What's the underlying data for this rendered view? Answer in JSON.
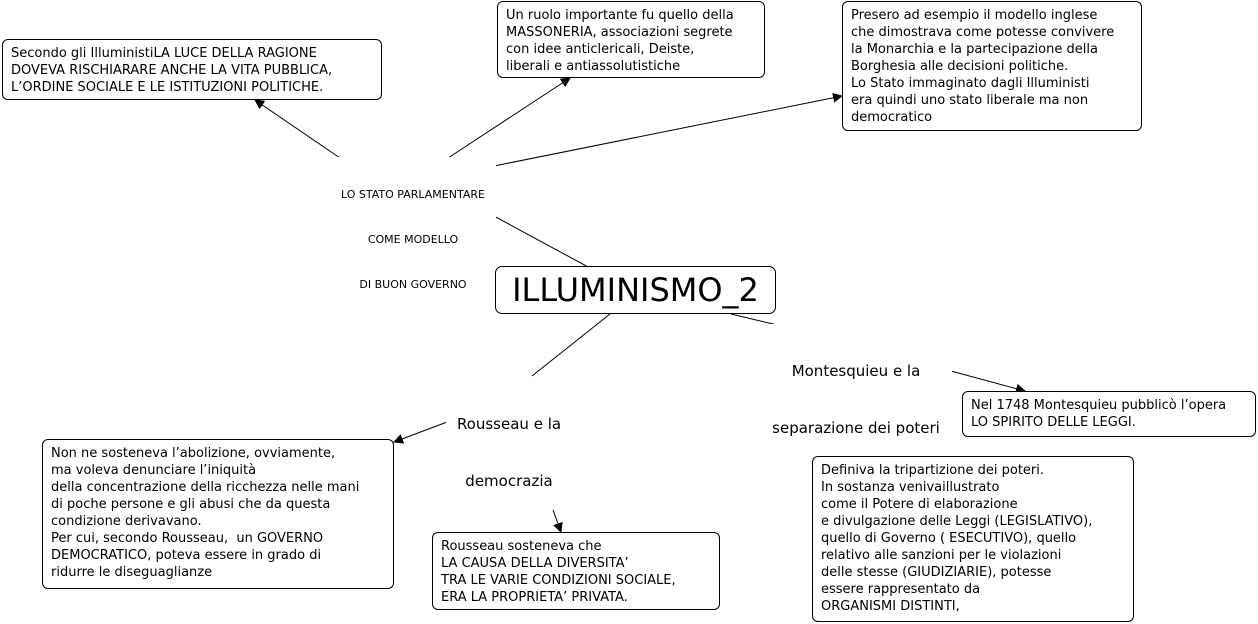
{
  "root": {
    "title": "ILLUMINISMO_2"
  },
  "links": {
    "stato": [
      "LO STATO PARLAMENTARE",
      "COME MODELLO",
      "DI BUON GOVERNO"
    ],
    "montesquieu": [
      "Montesquieu e la",
      "separazione dei poteri"
    ],
    "rousseau": [
      "Rousseau e la",
      "democrazia"
    ]
  },
  "concepts": {
    "illuministi": [
      "Secondo gli IlluministiLA LUCE DELLA RAGIONE",
      "DOVEVA RISCHIARARE ANCHE LA VITA PUBBLICA,",
      "L’ORDINE SOCIALE E LE ISTITUZIONI POLITICHE."
    ],
    "massoneria": [
      "Un ruolo importante fu quello della",
      "MASSONERIA, associazioni segrete",
      "con idee anticlericali, Deiste,",
      "liberali e antiassolutistiche"
    ],
    "modello_inglese": [
      "Presero ad esempio il modello inglese",
      "che dimostrava come potesse convivere",
      "la Monarchia e la partecipazione della",
      "Borghesia alle decisioni politiche.",
      "Lo Stato immaginato dagli Illuministi",
      "era quindi uno stato liberale ma non",
      "democratico"
    ],
    "spirito_leggi": [
      "Nel 1748 Montesquieu pubblicò l’opera",
      "LO SPIRITO DELLE LEGGI."
    ],
    "tripartizione": [
      "Definiva la tripartizione dei poteri.",
      "In sostanza venivaillustrato",
      "come il Potere di elaborazione",
      "e divulgazione delle Leggi (LEGISLATIVO),",
      "quello di Governo ( ESECUTIVO), quello",
      "relativo alle sanzioni per le violazioni",
      "delle stesse (GIUDIZIARIE), potesse",
      "essere rappresentato da",
      "ORGANISMI DISTINTI,"
    ],
    "abolizione": [
      "Non ne sosteneva l’abolizione, ovviamente,",
      "ma voleva denunciare l’iniquità",
      "della concentrazione della ricchezza nelle mani",
      "di poche persone e gli abusi che da questa",
      "condizione derivavano.",
      "Per cui, secondo Rousseau,  un GOVERNO",
      "DEMOCRATICO, poteva essere in grado di",
      "ridurre le diseguaglianze"
    ],
    "proprieta": [
      "Rousseau sosteneva che",
      "LA CAUSA DELLA DIVERSITA’",
      "TRA LE VARIE CONDIZIONI SOCIALE,",
      "ERA LA PROPRIETA’ PRIVATA."
    ]
  }
}
